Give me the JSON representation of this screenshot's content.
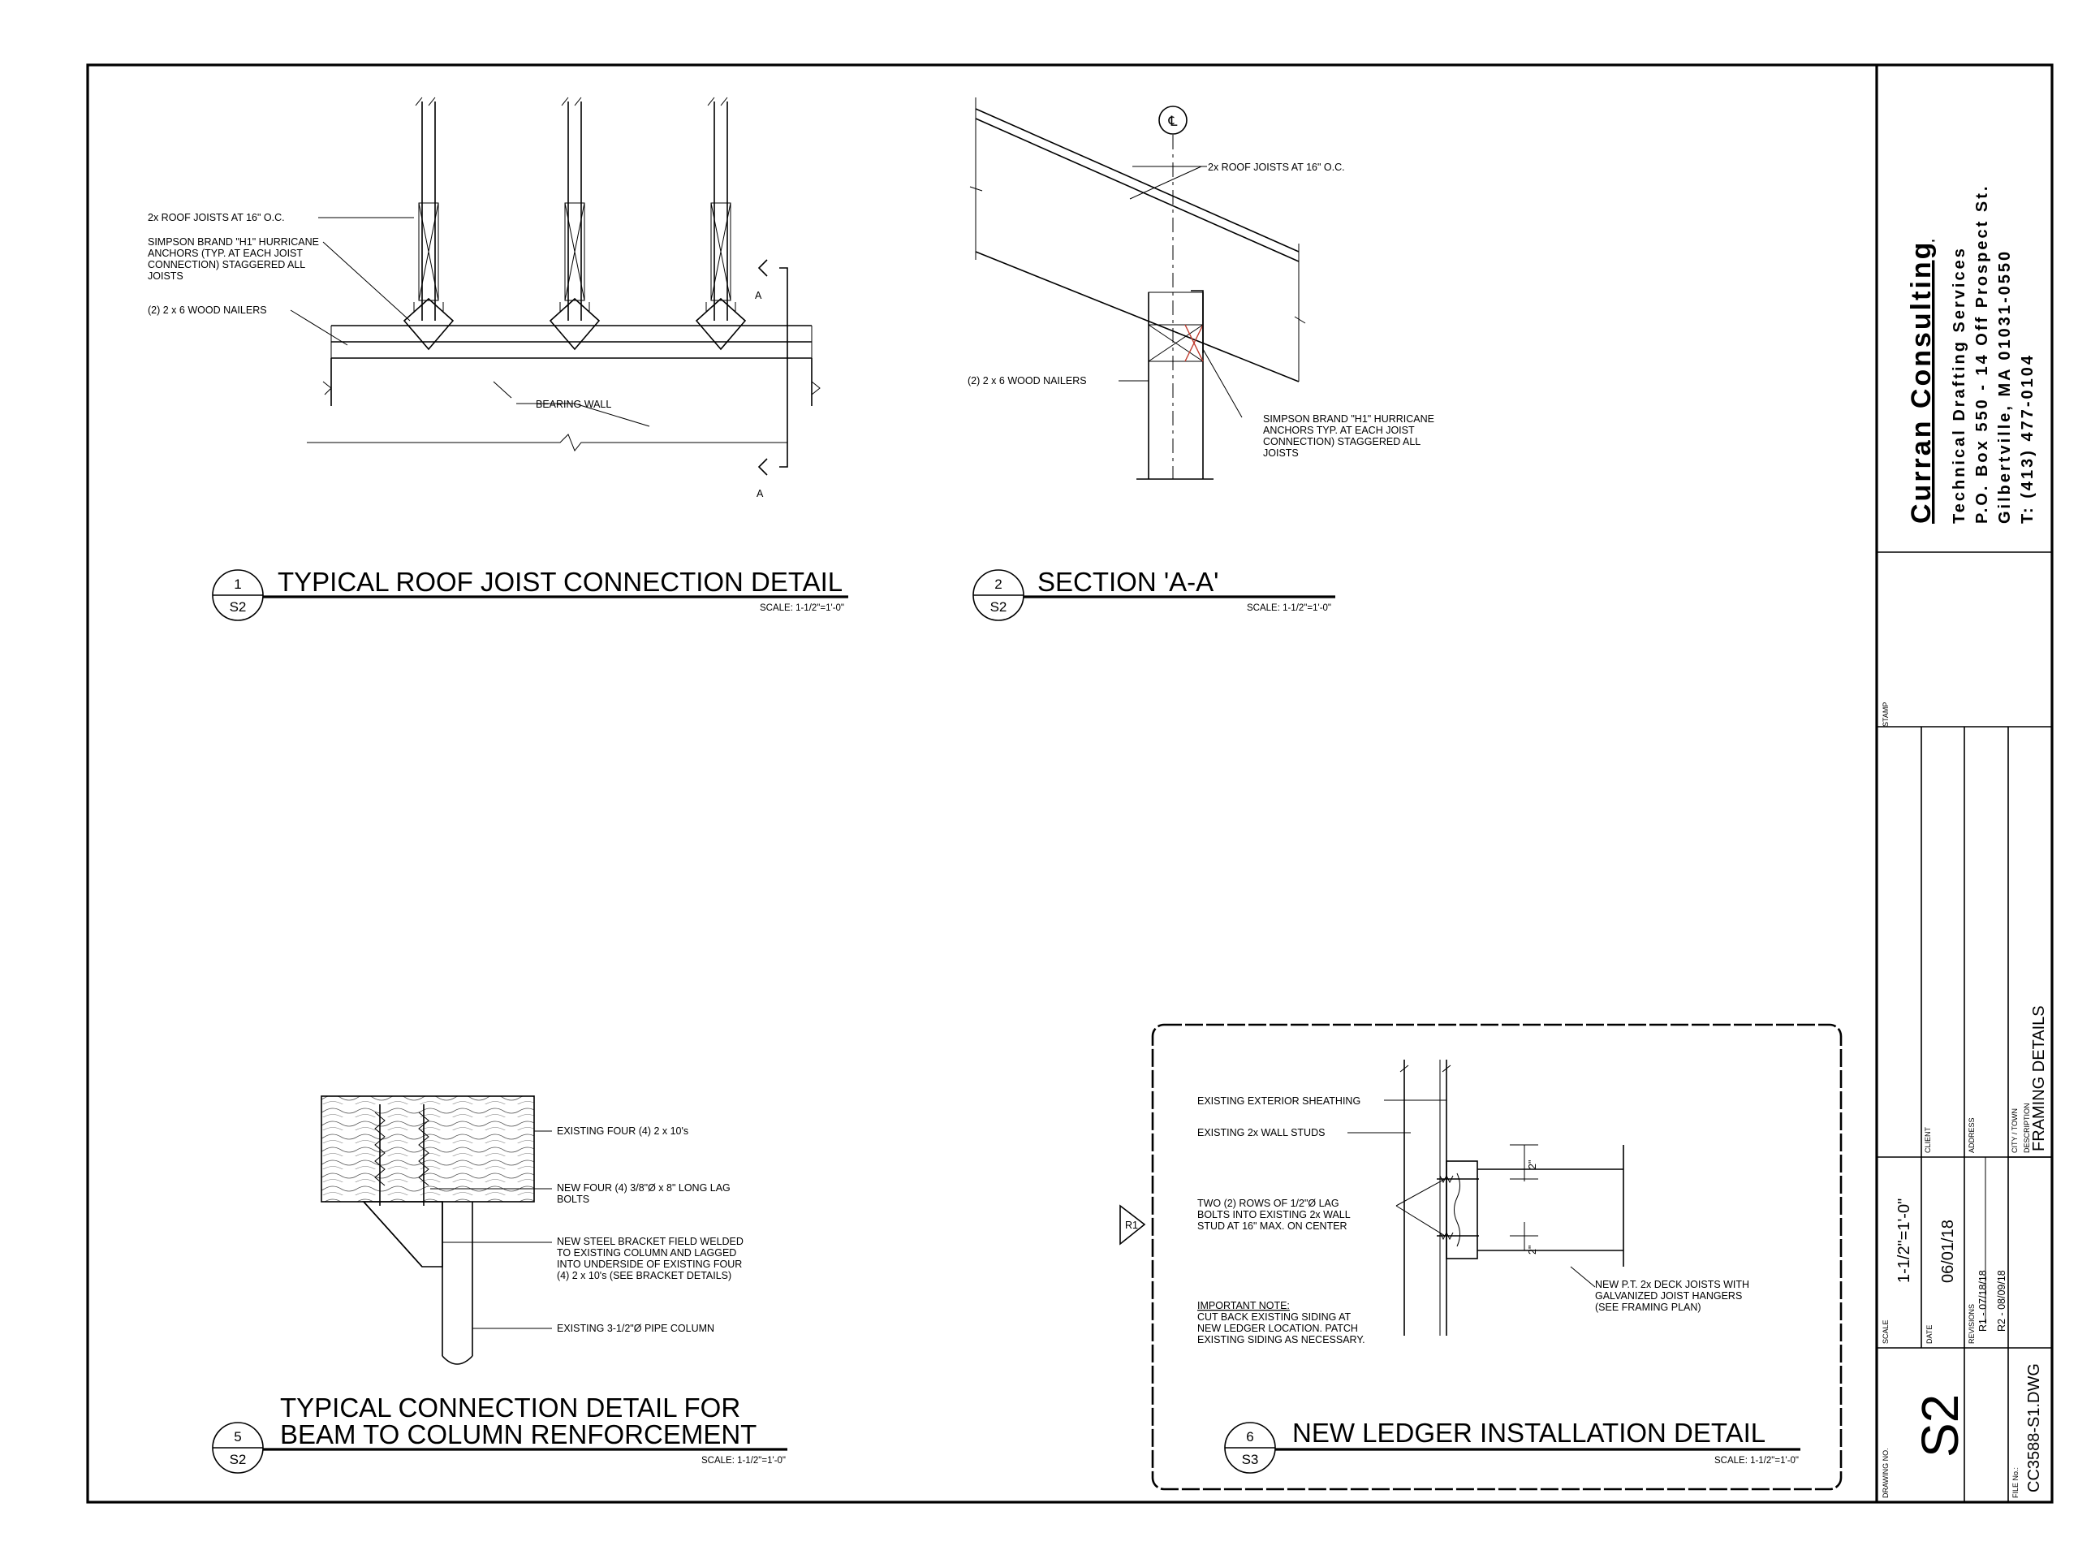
{
  "details": {
    "d1": {
      "num": "1",
      "sheet": "S2",
      "title": "TYPICAL ROOF JOIST CONNECTION DETAIL",
      "scale": "SCALE: 1-1/2\"=1'-0\"",
      "notes": {
        "joists": "2x ROOF JOISTS AT 16\" O.C.",
        "anchors": [
          "SIMPSON BRAND \"H1\" HURRICANE",
          "ANCHORS (TYP. AT EACH JOIST",
          "CONNECTION) STAGGERED ALL",
          "JOISTS"
        ],
        "nailers": "(2) 2 x 6 WOOD NAILERS",
        "wall": "BEARING WALL"
      },
      "section_mark": "A"
    },
    "d2": {
      "num": "2",
      "sheet": "S2",
      "title": "SECTION 'A-A'",
      "scale": "SCALE: 1-1/2\"=1'-0\"",
      "centerline": "℄",
      "notes": {
        "joists": "2x ROOF JOISTS AT 16\" O.C.",
        "nailers": "(2) 2 x 6 WOOD NAILERS",
        "anchors": [
          "SIMPSON BRAND \"H1\" HURRICANE",
          "ANCHORS TYP. AT EACH JOIST",
          "CONNECTION) STAGGERED ALL",
          "JOISTS"
        ]
      }
    },
    "d5": {
      "num": "5",
      "sheet": "S2",
      "title_lines": [
        "TYPICAL CONNECTION DETAIL FOR",
        "BEAM TO COLUMN RENFORCEMENT"
      ],
      "scale": "SCALE: 1-1/2\"=1'-0\"",
      "notes": {
        "existing": "EXISTING FOUR (4) 2 x 10's",
        "lag": [
          "NEW FOUR (4) 3/8\"Ø x 8\" LONG LAG",
          "BOLTS"
        ],
        "bracket": [
          "NEW STEEL BRACKET FIELD WELDED",
          "TO EXISTING COLUMN AND LAGGED",
          "INTO UNDERSIDE OF EXISTING FOUR",
          "(4) 2 x 10's (SEE BRACKET DETAILS)"
        ],
        "column": "EXISTING 3-1/2\"Ø PIPE COLUMN"
      }
    },
    "d6": {
      "num": "6",
      "sheet": "S3",
      "title": "NEW LEDGER INSTALLATION DETAIL",
      "scale": "SCALE: 1-1/2\"=1'-0\"",
      "revision_tag": "R1",
      "notes": {
        "sheathing": "EXISTING EXTERIOR SHEATHING",
        "studs": "EXISTING 2x WALL STUDS",
        "bolts": [
          "TWO (2) ROWS OF 1/2\"Ø LAG",
          "BOLTS INTO EXISTING 2x WALL",
          "STUD AT 16\" MAX. ON CENTER"
        ],
        "important_head": "IMPORTANT NOTE:",
        "important": [
          "CUT BACK EXISTING SIDING AT",
          "NEW LEDGER LOCATION. PATCH",
          "EXISTING SIDING AS NECESSARY."
        ],
        "joists": [
          "NEW P.T. 2x DECK JOISTS WITH",
          "GALVANIZED JOIST HANGERS",
          "(SEE FRAMING PLAN)"
        ],
        "dim": "2\""
      }
    }
  },
  "title_block": {
    "firm": "Curran Consulting",
    "lines": [
      "Technical Drafting Services",
      "P.O. Box 550 - 14 Off Prospect St.",
      "Gilbertville, MA 01031-0550",
      "T: (413) 477-0104"
    ],
    "stamp_label": "STAMP",
    "client_label": "CLIENT",
    "address_label": "ADDRESS",
    "city_label": "CITY / TOWN",
    "description_label": "DESCRIPTION",
    "description": "FRAMING DETAILS",
    "scale_label": "SCALE",
    "scale": "1-1/2\"=1'-0\"",
    "date_label": "DATE",
    "date": "06/01/18",
    "revisions_label": "REVISIONS",
    "revisions": [
      "R1 - 07/18/18",
      "R2 - 08/09/18"
    ],
    "drawing_no_label": "DRAWING NO.",
    "drawing_no": "S2",
    "file_label": "FILE No.:",
    "file": "CC3588-S1.DWG"
  }
}
